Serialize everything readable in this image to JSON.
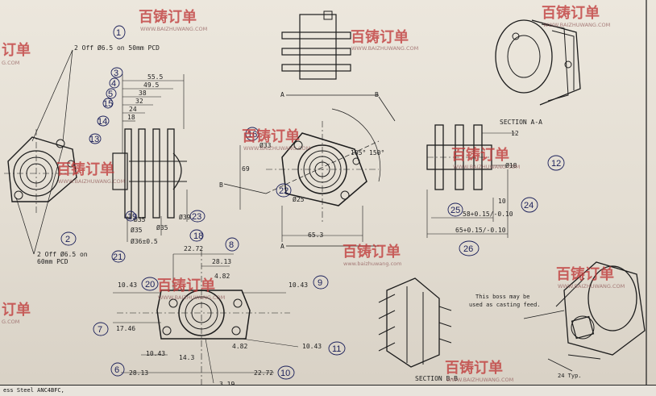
{
  "watermark": {
    "brand": "百铸订单",
    "url": "WWW.BAIZHUWANG.COM",
    "url_lower": "www.baizhuwang.com",
    "partial": "订单",
    "partial_url": "G.COM"
  },
  "top_left": {
    "pcd_50": "2 Off Ø6.5 on 50mm PCD",
    "pcd_60_line1": "2 Off Ø6.5 on",
    "pcd_60_line2": "60mm PCD"
  },
  "side_dims": [
    "55.5",
    "49.5",
    "38",
    "32",
    "24",
    "18"
  ],
  "side_bottom": {
    "d35": "Ø35",
    "d35b": "Ø35",
    "d36": "Ø36±0.5",
    "d39": "Ø39",
    "d35c": "Ø35"
  },
  "center_view": {
    "d33": "Ø33",
    "d25": "Ø25",
    "h69": "69",
    "w65": "65.3",
    "a105": "105°",
    "a150": "150°",
    "label_a": "A",
    "label_b": "B"
  },
  "section_aa": {
    "title": "SECTION  A-A",
    "d12": "12",
    "d18": "Ø18",
    "d10": "10",
    "d58": "58+0.15/-0.10",
    "d65": "65+0.15/-0.10"
  },
  "bottom_view": {
    "d2272_top": "22.72",
    "d2813_top": "28.13",
    "d482_top": "4.82",
    "d1043_l": "10.43",
    "d1043_r": "10.43",
    "d1746": "17.46",
    "d1043_b": "10.43",
    "d143": "14.3",
    "d482_b": "4.82",
    "d1043_br": "10.43",
    "d2813_b": "28.13",
    "d2272_b": "22.72",
    "d319": "3.19"
  },
  "section_bb": {
    "title": "SECTION  B-B"
  },
  "iso_note": {
    "line1": "This boss may be",
    "line2": "used as casting feed.",
    "typ": "24 Typ."
  },
  "footer": {
    "material": "ess Steel ANC4BFC,"
  },
  "annotations": [
    "1",
    "2",
    "3",
    "4",
    "5",
    "6",
    "7",
    "8",
    "9",
    "10",
    "11",
    "12",
    "13",
    "14",
    "15",
    "16",
    "18",
    "19",
    "20",
    "21",
    "22",
    "23",
    "24",
    "25",
    "26"
  ]
}
